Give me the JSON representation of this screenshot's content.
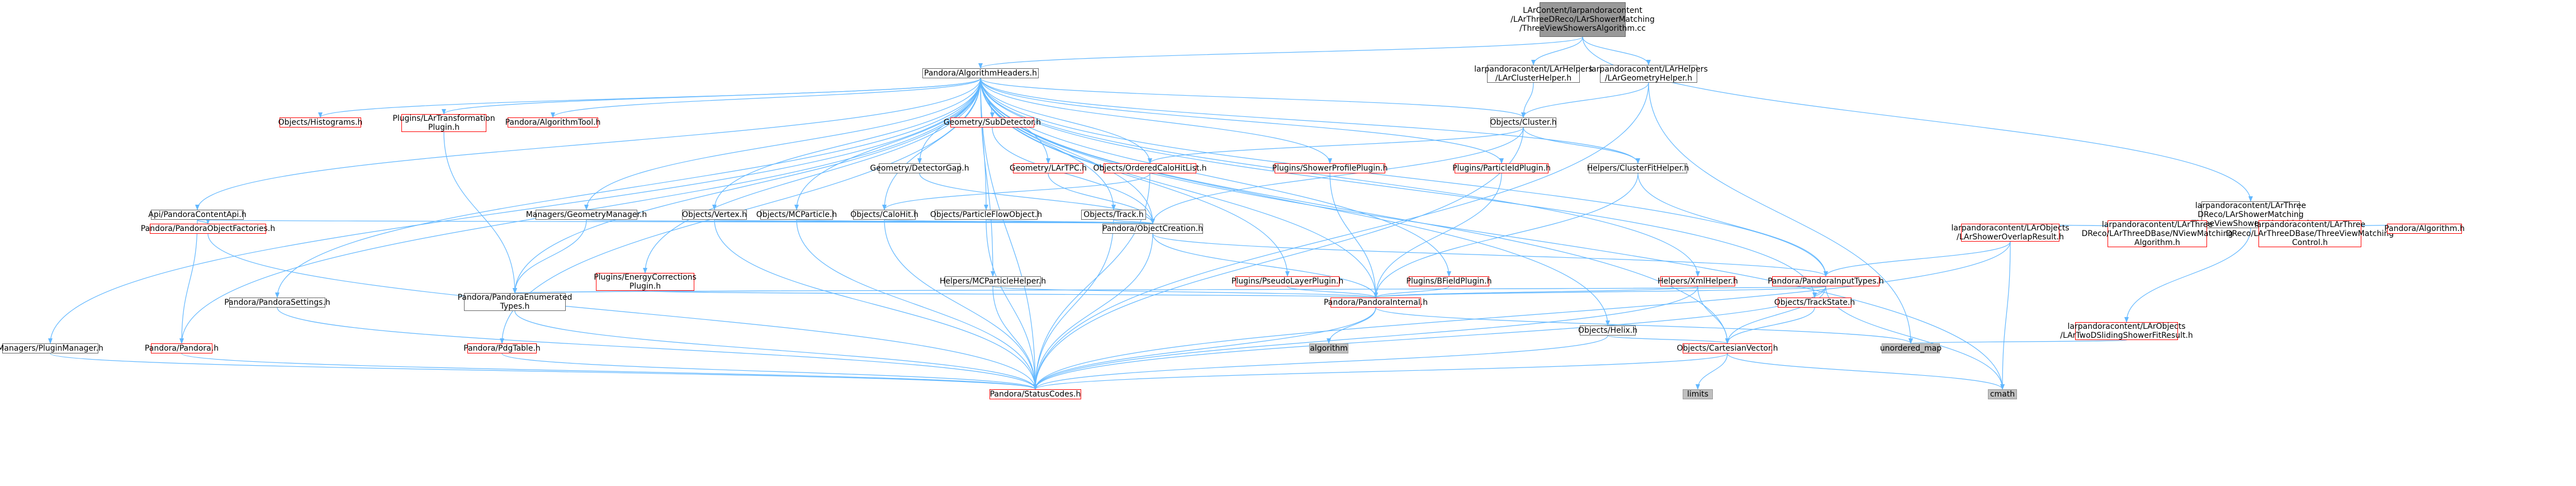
{
  "colors": {
    "edge": "#63b8ff",
    "edge_highlight": "#63b8ff",
    "border": "#666666",
    "missing_border": "#ff0000",
    "system_fill": "#bfbfbf",
    "root_fill": "#999999"
  },
  "nodes": [
    {
      "id": "root",
      "label": "LArContent/larpandoracontent\n/LArThreeDReco/LArShowerMatching\n/ThreeViewShowersAlgorithm.cc",
      "style": "root"
    },
    {
      "id": "alghdr",
      "label": "Pandora/AlgorithmHeaders.h",
      "style": "normal"
    },
    {
      "id": "clusterhelper",
      "label": "larpandoracontent/LArHelpers\n/LArClusterHelper.h",
      "style": "normal"
    },
    {
      "id": "geomhelper",
      "label": "larpandoracontent/LArHelpers\n/LArGeometryHelper.h",
      "style": "normal"
    },
    {
      "id": "objcluster",
      "label": "Objects/Cluster.h",
      "style": "normal"
    },
    {
      "id": "objhist",
      "label": "Objects/Histograms.h",
      "style": "red"
    },
    {
      "id": "pluginslartrans",
      "label": "Plugins/LArTransformation\nPlugin.h",
      "style": "red"
    },
    {
      "id": "pandoraalgtool",
      "label": "Pandora/AlgorithmTool.h",
      "style": "red"
    },
    {
      "id": "geomsubdet",
      "label": "Geometry/SubDetector.h",
      "style": "red"
    },
    {
      "id": "geomdetgap",
      "label": "Geometry/DetectorGap.h",
      "style": "normal"
    },
    {
      "id": "geomlartpc",
      "label": "Geometry/LArTPC.h",
      "style": "red"
    },
    {
      "id": "objordered",
      "label": "Objects/OrderedCaloHitList.h",
      "style": "red"
    },
    {
      "id": "pluginsshower",
      "label": "Plugins/ShowerProfilePlugin.h",
      "style": "red"
    },
    {
      "id": "pluginsparticleid",
      "label": "Plugins/ParticleIdPlugin.h",
      "style": "red"
    },
    {
      "id": "helpersclusterfit",
      "label": "Helpers/ClusterFitHelper.h",
      "style": "normal"
    },
    {
      "id": "apicontent",
      "label": "Api/PandoraContentApi.h",
      "style": "normal"
    },
    {
      "id": "managersgeom",
      "label": "Managers/GeometryManager.h",
      "style": "normal"
    },
    {
      "id": "objvertex",
      "label": "Objects/Vertex.h",
      "style": "normal"
    },
    {
      "id": "objmcparticle",
      "label": "Objects/MCParticle.h",
      "style": "normal"
    },
    {
      "id": "objcalohit",
      "label": "Objects/CaloHit.h",
      "style": "normal"
    },
    {
      "id": "objpfo",
      "label": "Objects/ParticleFlowObject.h",
      "style": "normal"
    },
    {
      "id": "objtrack",
      "label": "Objects/Track.h",
      "style": "normal"
    },
    {
      "id": "pandoraobjfactories",
      "label": "Pandora/PandoraObjectFactories.h",
      "style": "red"
    },
    {
      "id": "pandoraobjcreation",
      "label": "Pandora/ObjectCreation.h",
      "style": "normal"
    },
    {
      "id": "threeviewhdr",
      "label": "larpandoracontent/LArThree\nDReco/LArShowerMatching\n/ThreeViewShowersAlgorithm.h",
      "style": "normal"
    },
    {
      "id": "showeroverlap",
      "label": "larpandoracontent/LArObjects\n/LArShowerOverlapResult.h",
      "style": "red"
    },
    {
      "id": "threedbasenview",
      "label": "larpandoracontent/LArThree\nDReco/LArThreeDBase/NViewMatching\nAlgorithm.h",
      "style": "red"
    },
    {
      "id": "threedbasecontrol",
      "label": "larpandoracontent/LArThree\nDReco/LArThreeDBase/ThreeViewMatching\nControl.h",
      "style": "red"
    },
    {
      "id": "pandoraalgorithm",
      "label": "Pandora/Algorithm.h",
      "style": "red"
    },
    {
      "id": "pluginsenergy",
      "label": "Plugins/EnergyCorrections\nPlugin.h",
      "style": "red"
    },
    {
      "id": "helpersmc",
      "label": "Helpers/MCParticleHelper.h",
      "style": "normal"
    },
    {
      "id": "pluginspseudo",
      "label": "Plugins/PseudoLayerPlugin.h",
      "style": "red"
    },
    {
      "id": "pluginsbfield",
      "label": "Plugins/BFieldPlugin.h",
      "style": "red"
    },
    {
      "id": "helperssdk",
      "label": "Helpers/XmlHelper.h",
      "style": "red"
    },
    {
      "id": "pandorainputtypes",
      "label": "Pandora/PandoraInputTypes.h",
      "style": "red"
    },
    {
      "id": "pandorapandora",
      "label": "Pandora/Pandora.h",
      "style": "red"
    },
    {
      "id": "pandorasettings",
      "label": "Pandora/PandoraSettings.h",
      "style": "normal"
    },
    {
      "id": "pandoraenum",
      "label": "Pandora/PandoraEnumerated\nTypes.h",
      "style": "normal"
    },
    {
      "id": "pandorainternal",
      "label": "Pandora/PandoraInternal.h",
      "style": "red"
    },
    {
      "id": "objtrackstate",
      "label": "Objects/TrackState.h",
      "style": "red"
    },
    {
      "id": "objhelix",
      "label": "Objects/Helix.h",
      "style": "normal"
    },
    {
      "id": "twodsliding",
      "label": "larpandoracontent/LArObjects\n/LArTwoDSlidingShowerFitResult.h",
      "style": "red"
    },
    {
      "id": "managersplugin",
      "label": "Managers/PluginManager.h",
      "style": "normal"
    },
    {
      "id": "pandorapdgtable",
      "label": "Pandora/PdgTable.h",
      "style": "red"
    },
    {
      "id": "objcartesian",
      "label": "Objects/CartesianVector.h",
      "style": "red"
    },
    {
      "id": "algorithm",
      "label": "algorithm",
      "style": "gray"
    },
    {
      "id": "unorderedmap",
      "label": "unordered_map",
      "style": "gray"
    },
    {
      "id": "limits",
      "label": "limits",
      "style": "gray"
    },
    {
      "id": "cmath",
      "label": "cmath",
      "style": "gray"
    },
    {
      "id": "pandorastatus",
      "label": "Pandora/StatusCodes.h",
      "style": "red"
    }
  ],
  "edges": [
    [
      "root",
      "alghdr"
    ],
    [
      "root",
      "clusterhelper"
    ],
    [
      "root",
      "geomhelper"
    ],
    [
      "root",
      "threeviewhdr"
    ],
    [
      "alghdr",
      "apicontent"
    ],
    [
      "alghdr",
      "managersgeom"
    ],
    [
      "alghdr",
      "managersplugin"
    ],
    [
      "alghdr",
      "objhist"
    ],
    [
      "alghdr",
      "pluginslartrans"
    ],
    [
      "alghdr",
      "pandoraalgtool"
    ],
    [
      "alghdr",
      "geomsubdet"
    ],
    [
      "alghdr",
      "geomdetgap"
    ],
    [
      "alghdr",
      "geomlartpc"
    ],
    [
      "alghdr",
      "objordered"
    ],
    [
      "alghdr",
      "pluginsshower"
    ],
    [
      "alghdr",
      "pluginsparticleid"
    ],
    [
      "alghdr",
      "objcluster"
    ],
    [
      "alghdr",
      "helpersclusterfit"
    ],
    [
      "alghdr",
      "objvertex"
    ],
    [
      "alghdr",
      "objmcparticle"
    ],
    [
      "alghdr",
      "objcalohit"
    ],
    [
      "alghdr",
      "objpfo"
    ],
    [
      "alghdr",
      "objtrack"
    ],
    [
      "alghdr",
      "pandoraobjcreation"
    ],
    [
      "alghdr",
      "pluginsenergy"
    ],
    [
      "alghdr",
      "helpersmc"
    ],
    [
      "alghdr",
      "pluginspseudo"
    ],
    [
      "alghdr",
      "pluginsbfield"
    ],
    [
      "alghdr",
      "helperssdk"
    ],
    [
      "alghdr",
      "pandorainputtypes"
    ],
    [
      "alghdr",
      "pandorasettings"
    ],
    [
      "alghdr",
      "pandoraenum"
    ],
    [
      "alghdr",
      "pandorainternal"
    ],
    [
      "alghdr",
      "objtrackstate"
    ],
    [
      "alghdr",
      "objhelix"
    ],
    [
      "alghdr",
      "pandorapdgtable"
    ],
    [
      "alghdr",
      "objcartesian"
    ],
    [
      "alghdr",
      "pandorastatus"
    ],
    [
      "alghdr",
      "cmath"
    ],
    [
      "alghdr",
      "pandorapandora"
    ],
    [
      "clusterhelper",
      "objcluster"
    ],
    [
      "geomhelper",
      "objcluster"
    ],
    [
      "geomhelper",
      "pandorastatus"
    ],
    [
      "geomhelper",
      "unorderedmap"
    ],
    [
      "objcluster",
      "helpersclusterfit"
    ],
    [
      "objcluster",
      "objordered"
    ],
    [
      "objcluster",
      "pandoraobjcreation"
    ],
    [
      "objcluster",
      "pandorastatus"
    ],
    [
      "helpersclusterfit",
      "pandorainputtypes"
    ],
    [
      "helpersclusterfit",
      "pandorainternal"
    ],
    [
      "apicontent",
      "pandoraobjfactories"
    ],
    [
      "apicontent",
      "pandoraobjcreation"
    ],
    [
      "apicontent",
      "pandorapandora"
    ],
    [
      "managersgeom",
      "pandoraenum"
    ],
    [
      "managersgeom",
      "pandoraobjcreation"
    ],
    [
      "objvertex",
      "pandoraobjcreation"
    ],
    [
      "objvertex",
      "pandorastatus"
    ],
    [
      "objmcparticle",
      "pandoraobjcreation"
    ],
    [
      "objmcparticle",
      "pandorastatus"
    ],
    [
      "objcalohit",
      "pandoraobjcreation"
    ],
    [
      "objcalohit",
      "pandorastatus"
    ],
    [
      "objpfo",
      "pandoraobjcreation"
    ],
    [
      "objpfo",
      "pandorastatus"
    ],
    [
      "objtrack",
      "pandoraobjcreation"
    ],
    [
      "objtrack",
      "pandorastatus"
    ],
    [
      "objordered",
      "objcalohit"
    ],
    [
      "objordered",
      "pandorastatus"
    ],
    [
      "geomlartpc",
      "pandoraobjcreation"
    ],
    [
      "geomsubdet",
      "pandoraobjcreation"
    ],
    [
      "geomdetgap",
      "pandoraobjcreation"
    ],
    [
      "pandoraobjfactories",
      "pandorastatus"
    ],
    [
      "pandoraobjcreation",
      "pandorainputtypes"
    ],
    [
      "pandoraobjcreation",
      "pandorainternal"
    ],
    [
      "pandoraobjcreation",
      "pandorastatus"
    ],
    [
      "pluginslartrans",
      "pandoraenum"
    ],
    [
      "pluginsenergy",
      "pandoraenum"
    ],
    [
      "pluginsenergy",
      "pandorainternal"
    ],
    [
      "pluginsshower",
      "pandorainternal"
    ],
    [
      "pluginsparticleid",
      "pandorainternal"
    ],
    [
      "pluginspseudo",
      "pandorainternal"
    ],
    [
      "pluginsbfield",
      "pandorainternal"
    ],
    [
      "helpersmc",
      "pandorainternal"
    ],
    [
      "helpersmc",
      "pandorastatus"
    ],
    [
      "helperssdk",
      "pandorainternal"
    ],
    [
      "helperssdk",
      "objcartesian"
    ],
    [
      "helperssdk",
      "pandorastatus"
    ],
    [
      "pandorainputtypes",
      "pandoraenum"
    ],
    [
      "pandorainputtypes",
      "pandorainternal"
    ],
    [
      "pandorainputtypes",
      "objtrackstate"
    ],
    [
      "pandorainputtypes",
      "objcartesian"
    ],
    [
      "pandorainputtypes",
      "pandorastatus"
    ],
    [
      "pandorainputtypes",
      "cmath"
    ],
    [
      "pandorainternal",
      "algorithm"
    ],
    [
      "pandorainternal",
      "unorderedmap"
    ],
    [
      "pandorainternal",
      "pandorastatus"
    ],
    [
      "objtrackstate",
      "objcartesian"
    ],
    [
      "objhelix",
      "objcartesian"
    ],
    [
      "objhelix",
      "pandorastatus"
    ],
    [
      "objcartesian",
      "pandorastatus"
    ],
    [
      "objcartesian",
      "limits"
    ],
    [
      "objcartesian",
      "cmath"
    ],
    [
      "pandorapandora",
      "pandorastatus"
    ],
    [
      "pandorasettings",
      "pandorastatus"
    ],
    [
      "pandorapdgtable",
      "pandorastatus"
    ],
    [
      "managersplugin",
      "pandorastatus"
    ],
    [
      "pandoraenum",
      "pandorastatus"
    ],
    [
      "threeviewhdr",
      "showeroverlap"
    ],
    [
      "threeviewhdr",
      "threedbasenview"
    ],
    [
      "threeviewhdr",
      "threedbasecontrol"
    ],
    [
      "threeviewhdr",
      "pandoraalgorithm"
    ],
    [
      "threeviewhdr",
      "twodsliding"
    ],
    [
      "showeroverlap",
      "pandorainputtypes"
    ],
    [
      "showeroverlap",
      "pandorastatus"
    ],
    [
      "showeroverlap",
      "cmath"
    ],
    [
      "twodsliding",
      "unorderedmap"
    ]
  ]
}
